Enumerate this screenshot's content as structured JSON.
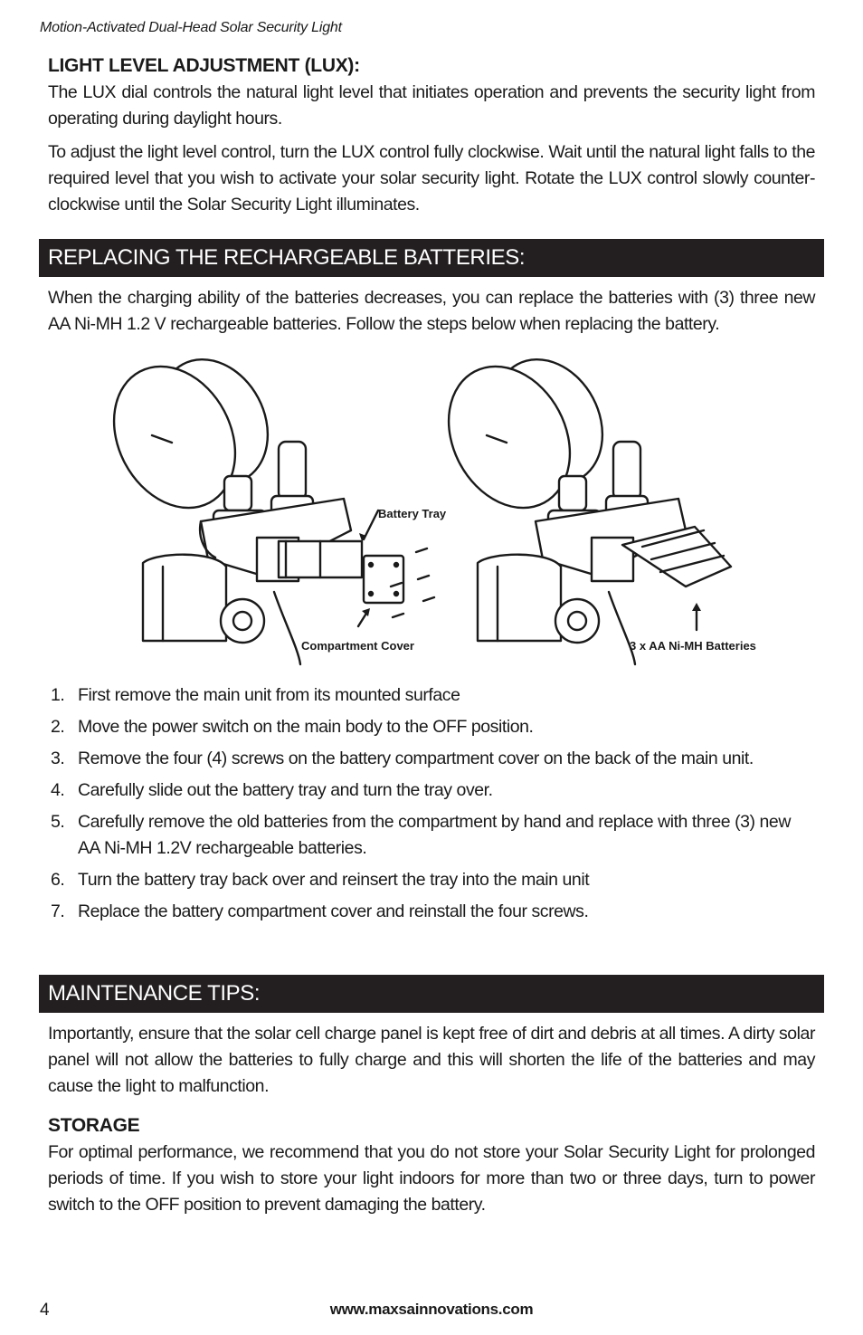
{
  "header": {
    "running_title": "Motion-Activated Dual-Head Solar Security Light"
  },
  "lux": {
    "heading": "LIGHT LEVEL ADJUSTMENT (LUX):",
    "para1": "The LUX dial controls the natural light level that initiates operation and prevents the security light from operating during daylight hours.",
    "para2": "To adjust the light level control, turn the LUX control fully clockwise. Wait until the natural light falls to the required level that you wish to activate your solar security light. Rotate the LUX control slowly counter-clockwise until the Solar Security Light illuminates."
  },
  "batteries": {
    "heading": "REPLACING THE RECHARGEABLE BATTERIES:",
    "intro": "When the charging ability of the batteries decreases, you can replace the batteries with (3) three new AA Ni-MH 1.2 V rechargeable batteries. Follow the steps below when replacing the battery.",
    "figure": {
      "label_battery_tray": "Battery Tray",
      "label_compartment_cover": "Compartment Cover",
      "label_batteries": "3 x AA Ni-MH Batteries"
    },
    "steps": [
      {
        "num": "1.",
        "text": "First remove the main unit from its mounted surface"
      },
      {
        "num": "2.",
        "text": "Move the power switch on the main body to the OFF position."
      },
      {
        "num": "3.",
        "text": "Remove the four (4) screws on the battery compartment cover on the back of the main unit."
      },
      {
        "num": "4.",
        "text": "Carefully slide out the battery tray and turn the tray over."
      },
      {
        "num": "5.",
        "text": "Carefully remove the old batteries from the compartment by hand and replace with three (3) new AA Ni-MH 1.2V rechargeable batteries."
      },
      {
        "num": "6.",
        "text": "Turn the battery tray back over and reinsert the tray into the main unit"
      },
      {
        "num": "7.",
        "text": "Replace the battery compartment cover and reinstall the four screws."
      }
    ]
  },
  "maintenance": {
    "heading": "MAINTENANCE TIPS:",
    "para": "Importantly, ensure that the solar cell charge panel is kept free of dirt and debris at all times. A dirty solar panel will not allow the batteries to fully charge and this will shorten the life of the batteries and may cause the light to malfunction."
  },
  "storage": {
    "heading": "STORAGE",
    "para": "For optimal performance, we recommend that you do not store your Solar Security Light for prolonged periods of time. If you wish to store your light indoors for more than two or three days, turn to power switch to the OFF position to prevent damaging the battery."
  },
  "footer": {
    "page_number": "4",
    "url": "www.maxsainnovations.com"
  }
}
